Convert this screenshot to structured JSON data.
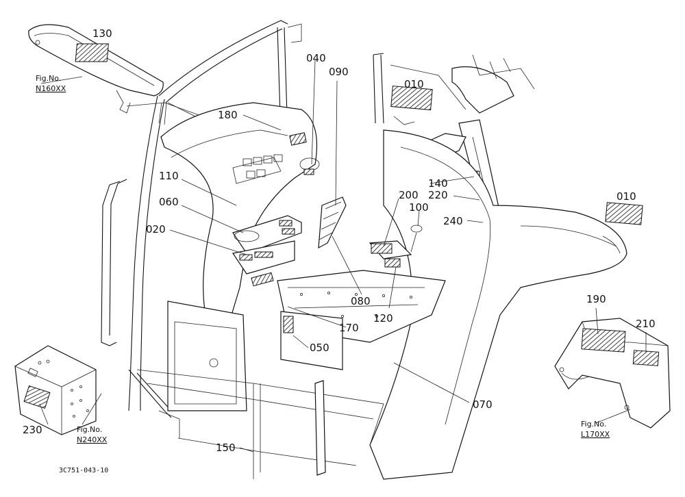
{
  "callouts": {
    "c130": "130",
    "c180": "180",
    "c040": "040",
    "c090": "090",
    "c010a": "010",
    "c010b": "010",
    "c110": "110",
    "c060": "060",
    "c020": "020",
    "c200": "200",
    "c100": "100",
    "c140": "140",
    "c220": "220",
    "c240": "240",
    "c080": "080",
    "c120": "120",
    "c170": "170",
    "c050": "050",
    "c070": "070",
    "c190": "190",
    "c210": "210",
    "c230": "230",
    "c150": "150"
  },
  "figure_refs": {
    "sunvisor": {
      "prefix": "Fig.No.",
      "number": "N160XX"
    },
    "toolbox": {
      "prefix": "Fig.No.",
      "number": "N240XX"
    },
    "fender": {
      "prefix": "Fig.No.",
      "number": "L170XX"
    }
  },
  "drawing_number": "3C751-043-10"
}
